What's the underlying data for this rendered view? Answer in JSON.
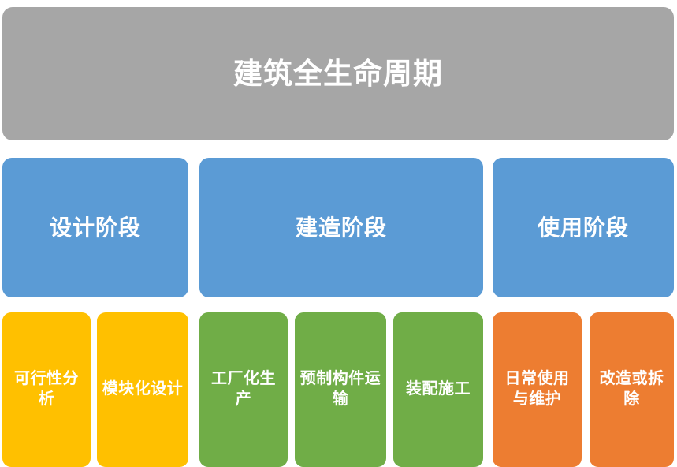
{
  "diagram": {
    "type": "hierarchy-tree",
    "title": "建筑全生命周期",
    "colors": {
      "root": "#A6A6A6",
      "phase": "#5B9BD5",
      "design_tasks": "#FFC000",
      "build_tasks": "#70AD47",
      "use_tasks": "#ED7D31",
      "text": "#FFFFFF",
      "background": "#FFFFFF"
    },
    "root": {
      "label": "建筑全生命周期"
    },
    "phases": [
      {
        "id": "design",
        "label": "设计阶段"
      },
      {
        "id": "build",
        "label": "建造阶段"
      },
      {
        "id": "use",
        "label": "使用阶段"
      }
    ],
    "tasks": [
      {
        "id": "feasibility",
        "phase": "design",
        "label": "可行性分析",
        "color": "#FFC000"
      },
      {
        "id": "modular",
        "phase": "design",
        "label": "模块化设计",
        "color": "#FFC000"
      },
      {
        "id": "factory",
        "phase": "build",
        "label": "工厂化生产",
        "color": "#70AD47"
      },
      {
        "id": "transport",
        "phase": "build",
        "label": "预制构件运输",
        "color": "#70AD47"
      },
      {
        "id": "assembly",
        "phase": "build",
        "label": "装配施工",
        "color": "#70AD47"
      },
      {
        "id": "maintenance",
        "phase": "use",
        "label": "日常使用与维护",
        "color": "#ED7D31"
      },
      {
        "id": "demolition",
        "phase": "use",
        "label": "改造或拆除",
        "color": "#ED7D31"
      }
    ]
  }
}
